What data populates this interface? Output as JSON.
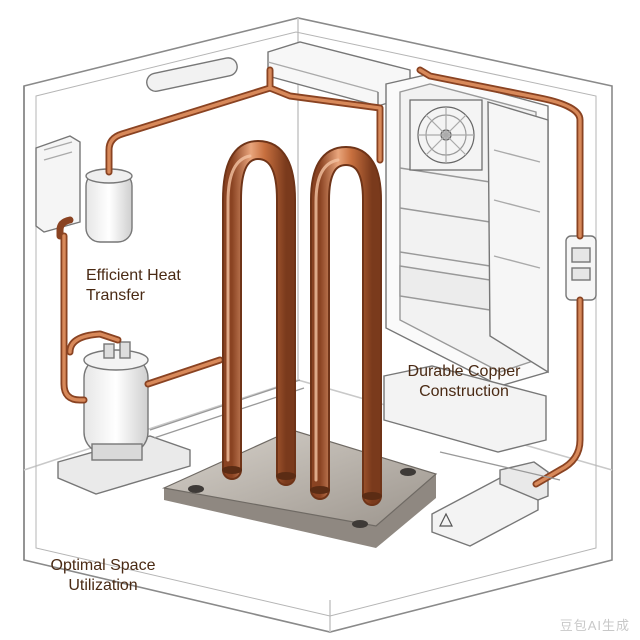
{
  "labels": {
    "heat_transfer": [
      "Efficient Heat",
      "Transfer"
    ],
    "copper": [
      "Durable Copper",
      "Construction"
    ],
    "space": [
      "Optimal Space",
      "Utilization"
    ]
  },
  "watermark": "豆包AI生成",
  "colors": {
    "copper": "#c8703f",
    "copper_light": "#e9a57c",
    "copper_dark": "#8a4322",
    "line": "#7a7a7a",
    "label_text": "#4a2a14",
    "plate": "#b9b2aa"
  },
  "icons": {
    "fan": "fan-icon",
    "warning": "warning-triangle-icon"
  }
}
